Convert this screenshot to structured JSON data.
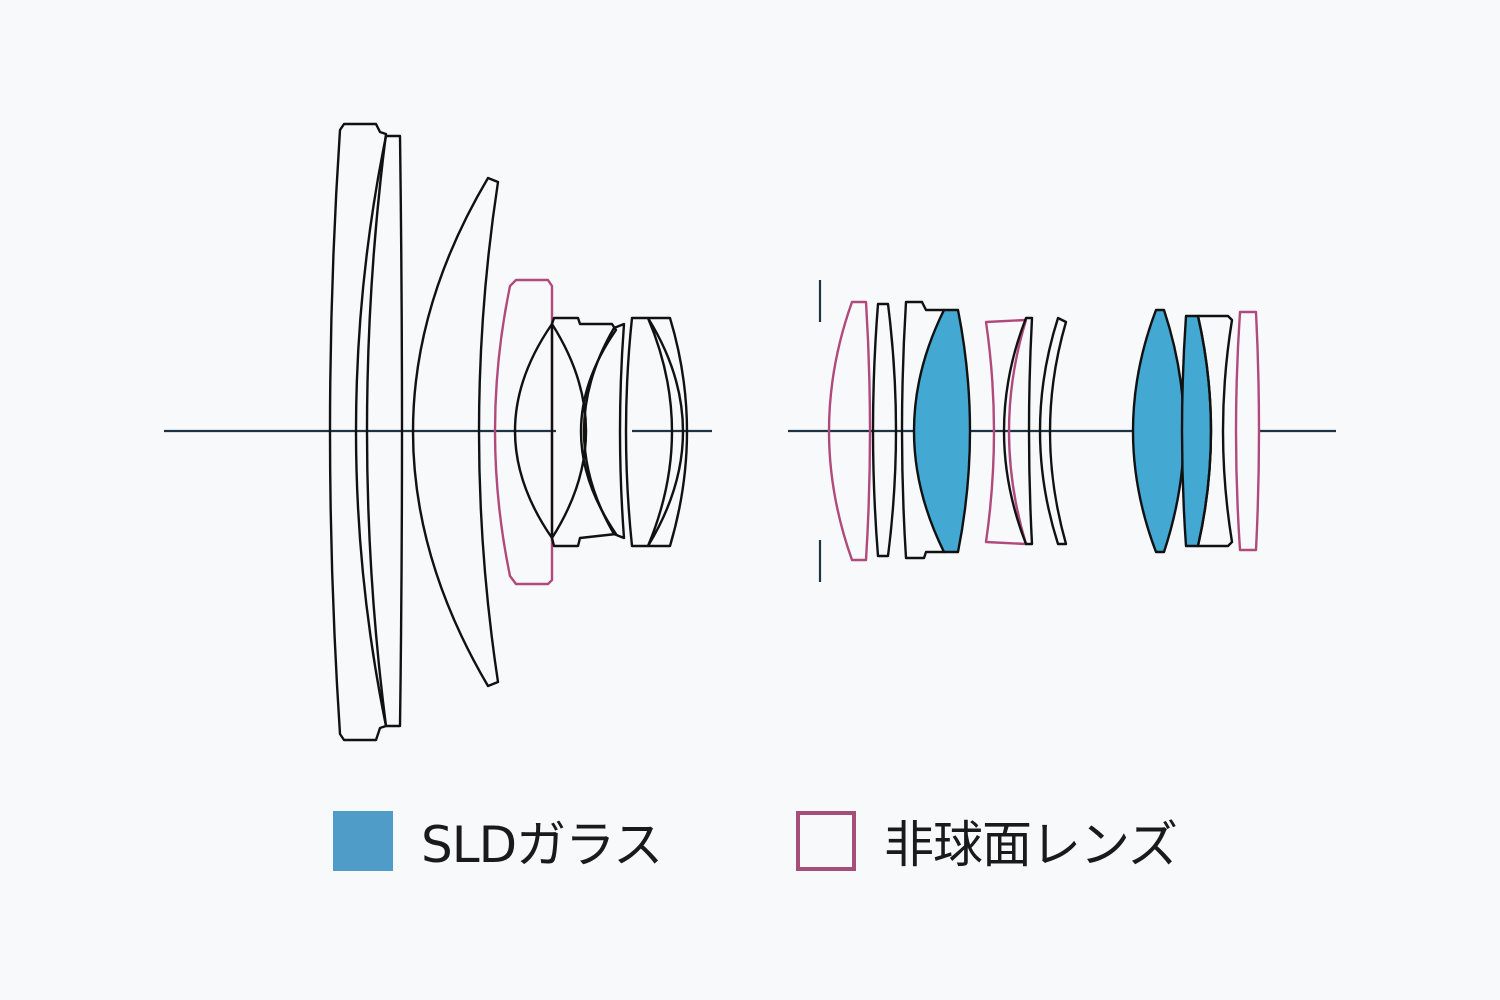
{
  "colors": {
    "background": "#f8f9fb",
    "axis": "#1f3442",
    "lens_outline": "#111111",
    "sld_fill": "#43a8d2",
    "sld_outline": "#111111",
    "aspherical_outline": "#b04a7c",
    "legend_sld_swatch": "#4f9cc8",
    "legend_aspherical_border": "#a64e7a"
  },
  "legend": {
    "sld_label": "SLDガラス",
    "aspherical_label": "非球面レンズ"
  },
  "elements": [
    {
      "id": "g1",
      "type": "standard"
    },
    {
      "id": "g2",
      "type": "standard"
    },
    {
      "id": "g3",
      "type": "standard"
    },
    {
      "id": "g4",
      "type": "aspherical"
    },
    {
      "id": "g5",
      "type": "standard"
    },
    {
      "id": "g6",
      "type": "standard"
    },
    {
      "id": "g7",
      "type": "standard"
    },
    {
      "id": "g8",
      "type": "standard"
    },
    {
      "id": "g9",
      "type": "aspherical"
    },
    {
      "id": "g10",
      "type": "standard"
    },
    {
      "id": "g11",
      "type": "standard"
    },
    {
      "id": "g12",
      "type": "sld"
    },
    {
      "id": "g13",
      "type": "aspherical"
    },
    {
      "id": "g14",
      "type": "standard"
    },
    {
      "id": "g15",
      "type": "standard"
    },
    {
      "id": "g16",
      "type": "sld"
    },
    {
      "id": "g17",
      "type": "sld"
    },
    {
      "id": "g18",
      "type": "standard"
    },
    {
      "id": "g19",
      "type": "aspherical"
    }
  ]
}
